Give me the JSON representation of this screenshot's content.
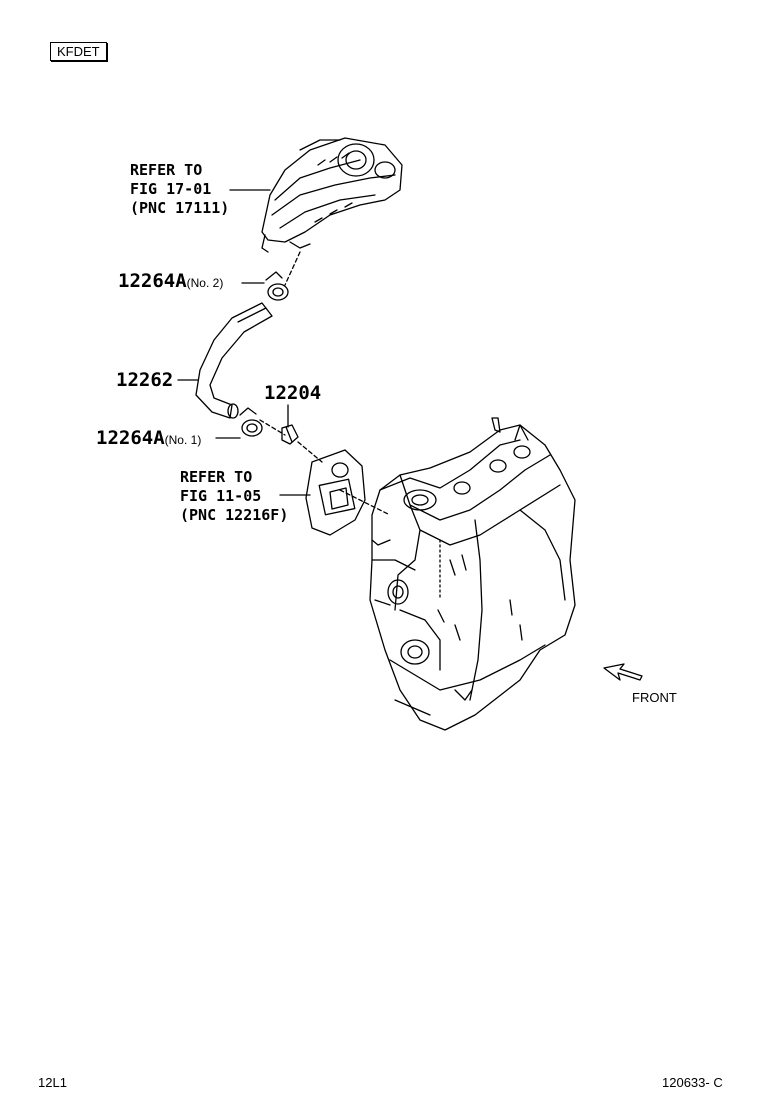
{
  "engine_code": "KFDET",
  "refs": [
    {
      "line1": "REFER TO",
      "line2": "FIG 17-01",
      "line3": "(PNC 17111)"
    },
    {
      "line1": "REFER TO",
      "line2": "FIG 11-05",
      "line3": "(PNC 12216F)"
    }
  ],
  "parts": [
    {
      "number": "12264A",
      "note": "(No. 2)"
    },
    {
      "number": "12262",
      "note": ""
    },
    {
      "number": "12204",
      "note": ""
    },
    {
      "number": "12264A",
      "note": "(No. 1)"
    }
  ],
  "front_label": "FRONT",
  "footer": {
    "left": "12L1",
    "right": "120633- C"
  }
}
